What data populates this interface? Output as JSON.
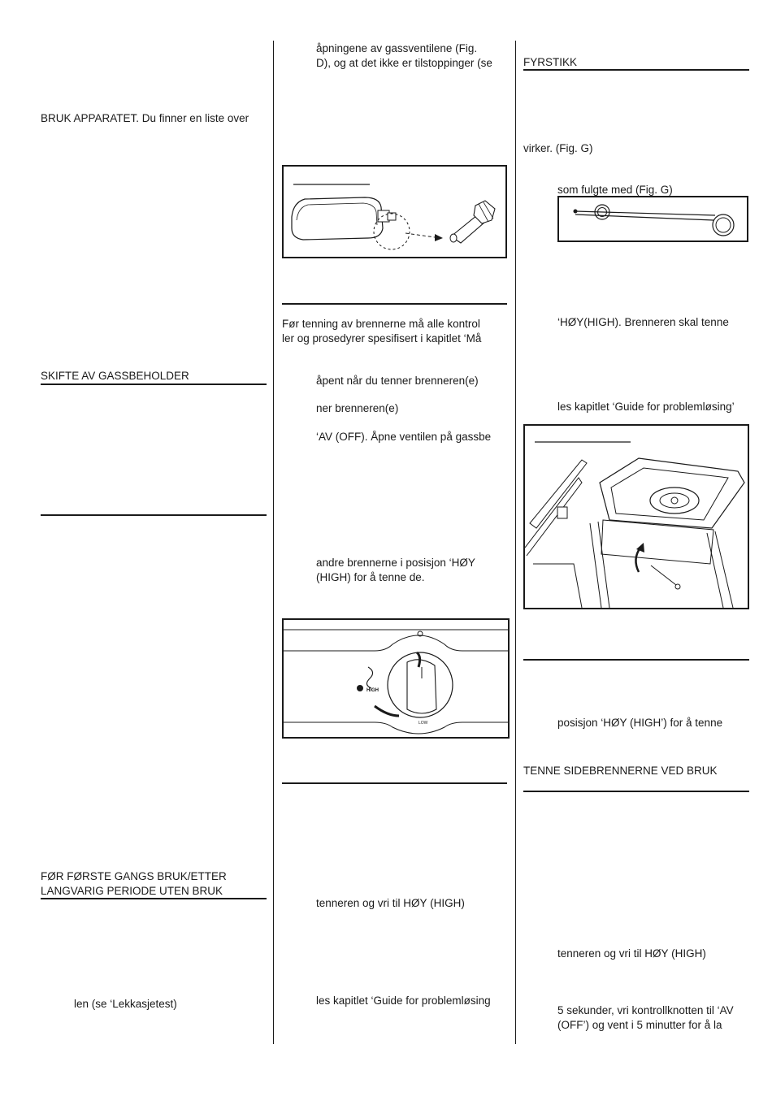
{
  "col1": {
    "line_bruk_apparatet": "BRUK APPARATET. Du finner en liste over",
    "heading_skifte": "SKIFTE AV GASSBEHOLDER",
    "heading_forste_1": "FØR FØRSTE GANGS BRUK/ETTER",
    "heading_forste_2": "LANGVARIG PERIODE UTEN BRUK",
    "line_lekkasjetest": "len (se ‘Lekkasjetest)"
  },
  "col2": {
    "line_apningene_1": "åpningene av gassventilene (Fig.",
    "line_apningene_2": "D), og at det ikke er tilstoppinger (se",
    "line_for_tenning_1": "Før tenning av brennerne må alle kontrol",
    "line_for_tenning_2": "ler og prosedyrer spesifisert i kapitlet ‘Må",
    "line_apent": "åpent når du tenner brenneren(e)",
    "line_ner": "ner brenneren(e)",
    "line_av_off": "‘AV (OFF). Åpne ventilen på gassbe",
    "line_andre_1": "andre brennerne i posisjon ‘HØY",
    "line_andre_2": "(HIGH) for å tenne de.",
    "knob_label_high": "HIGH",
    "knob_label_low": "LOW",
    "line_tenneren": "tenneren og vri til HØY (HIGH)",
    "line_guide": "les kapitlet ‘Guide for problemløsing"
  },
  "col3": {
    "heading_fyrstikk": "FYRSTIKK",
    "line_virker": "virker. (Fig. G)",
    "line_som_fulgte": "som fulgte med (Fig. G)",
    "line_hoy_high": "‘HØY(HIGH). Brenneren skal tenne",
    "line_guide": "les kapitlet ‘Guide for problemløsing’",
    "line_posisjon": "posisjon ‘HØY (HIGH’) for å tenne",
    "heading_sidebrennerne": "TENNE SIDEBRENNERNE VED BRUK",
    "line_tenneren": "tenneren og vri til HØY (HIGH)",
    "line_sekunder_1": "5 sekunder, vri kontrollknotten til ‘AV",
    "line_sekunder_2": "(OFF’) og vent i 5 minutter for å la"
  }
}
